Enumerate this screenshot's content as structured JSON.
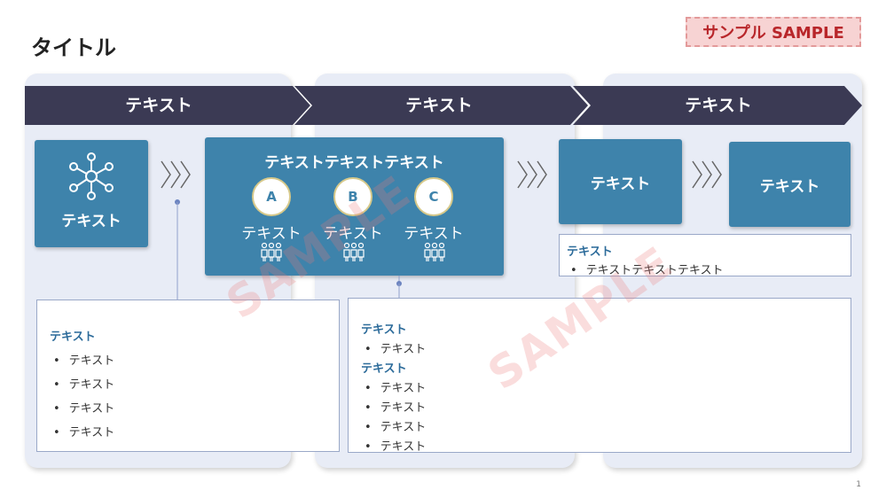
{
  "header": {
    "title": "タイトル",
    "sample_badge": "サンプル SAMPLE"
  },
  "chevrons": [
    {
      "label": "テキスト"
    },
    {
      "label": "テキスト"
    },
    {
      "label": "テキスト"
    }
  ],
  "stage1": {
    "icon": "network-icon",
    "box_label": "テキスト",
    "note_heading": "テキスト",
    "note_items": [
      "テキスト",
      "テキスト",
      "テキスト",
      "テキスト"
    ]
  },
  "stage2": {
    "box_title": "テキストテキストテキスト",
    "groups": [
      {
        "letter": "A",
        "label": "テキスト",
        "icon": "people-group-icon"
      },
      {
        "letter": "B",
        "label": "テキスト",
        "icon": "people-group-icon"
      },
      {
        "letter": "C",
        "label": "テキスト",
        "icon": "people-group-icon"
      }
    ],
    "note": [
      {
        "heading": "テキスト",
        "items": [
          "テキスト"
        ]
      },
      {
        "heading": "テキスト",
        "items": [
          "テキスト",
          "テキスト",
          "テキスト",
          "テキスト"
        ]
      }
    ]
  },
  "stage3": {
    "box1_label": "テキスト",
    "box2_label": "テキスト",
    "note_heading": "テキスト",
    "note_items": [
      "テキストテキストテキスト"
    ]
  },
  "watermark": "SAMPLE",
  "page_number": "1",
  "colors": {
    "chevron": "#3b3a54",
    "box_blue": "#3e83ab",
    "panel_bg": "#e8ecf6",
    "heading_blue": "#2c6b9a",
    "badge_text": "#b8262a"
  }
}
